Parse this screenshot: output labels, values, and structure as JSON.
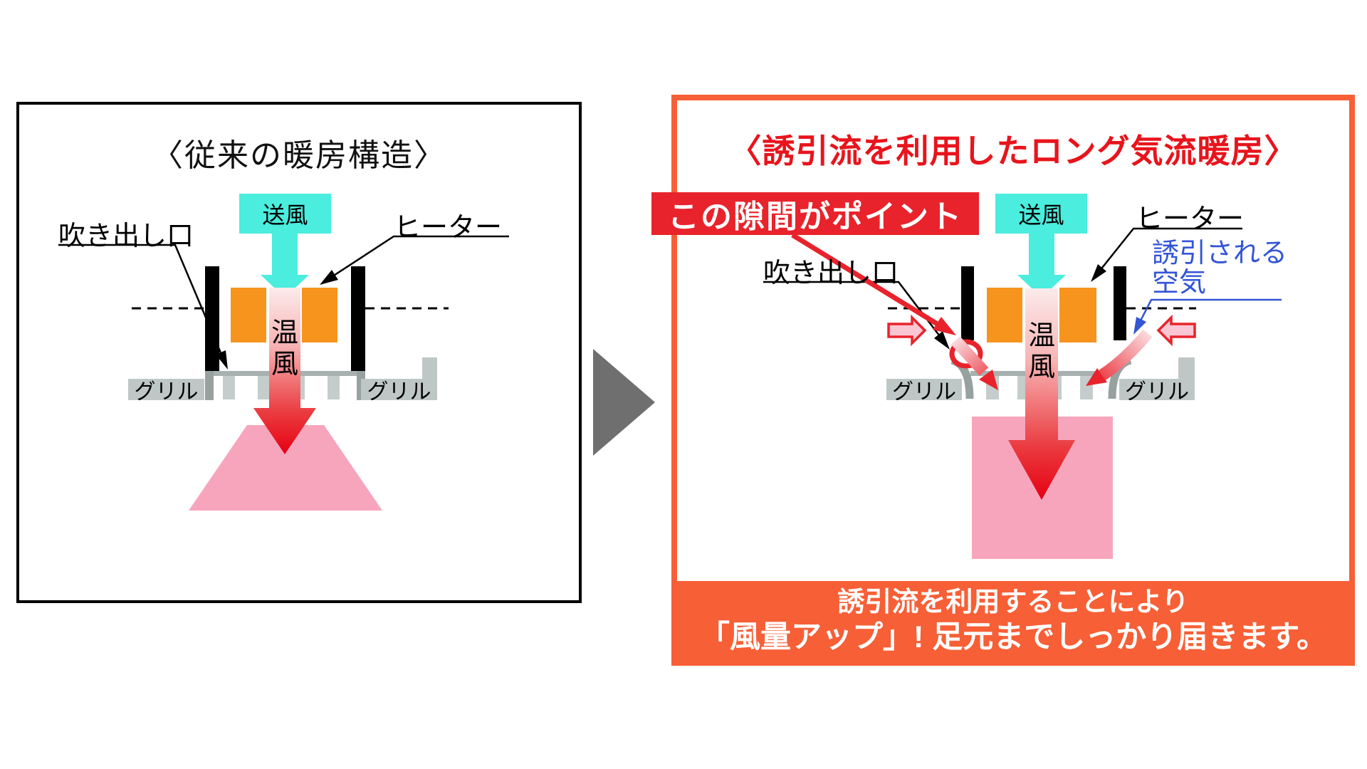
{
  "left_panel": {
    "title": "〈従来の暖房構造〉",
    "blower_label": "送風",
    "heater_label": "ヒーター",
    "outlet_label": "吹き出し口",
    "warm_air_label": "温風",
    "grill_left_label": "グリル",
    "grill_right_label": "グリル"
  },
  "transition_arrow": {
    "direction": "right"
  },
  "right_panel": {
    "title": "〈誘引流を利用したロング気流暖房〉",
    "gap_callout": "この隙間がポイント",
    "blower_label": "送風",
    "heater_label": "ヒーター",
    "induced_air_label": "誘引される\n空気",
    "outlet_label": "吹き出し口",
    "warm_air_label": "温風",
    "grill_left_label": "グリル",
    "grill_right_label": "グリル",
    "banner_line1": "誘引流を利用することにより",
    "banner_line2": "「風量アップ」! 足元までしっかり届きます。"
  },
  "colors": {
    "cyan": "#4AEDDE",
    "heater_orange": "#F7941E",
    "red": "#E8232B",
    "title_red": "#E8141C",
    "pink": "#F7A5BD",
    "pink_arrow": "#FBC6D3",
    "panel_orange": "#F75F36",
    "blue": "#3355D5",
    "gray_arrow": "#6F6F6F"
  }
}
